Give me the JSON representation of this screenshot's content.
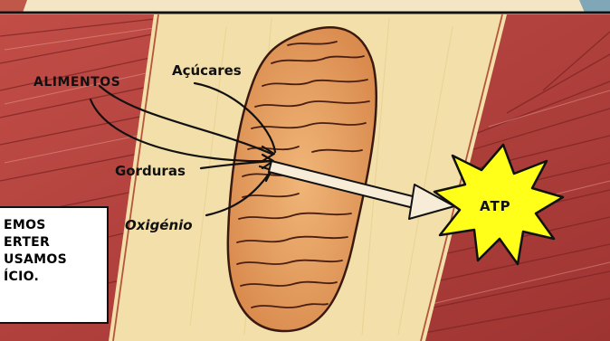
{
  "labels": {
    "foods": "ALIMENTOS",
    "sugars": "Açúcares",
    "fats": "Gorduras",
    "oxygen": "Oxigénio",
    "atp": "ATP"
  },
  "caption": {
    "lines": [
      "EMOS",
      "ERTER",
      "USAMOS",
      "ÍCIO."
    ]
  },
  "colors": {
    "muscle": "#b5413e",
    "tissue": "#f3dfa9",
    "mitochondrion": "#e09a58",
    "atp_burst": "#ffff1a"
  }
}
